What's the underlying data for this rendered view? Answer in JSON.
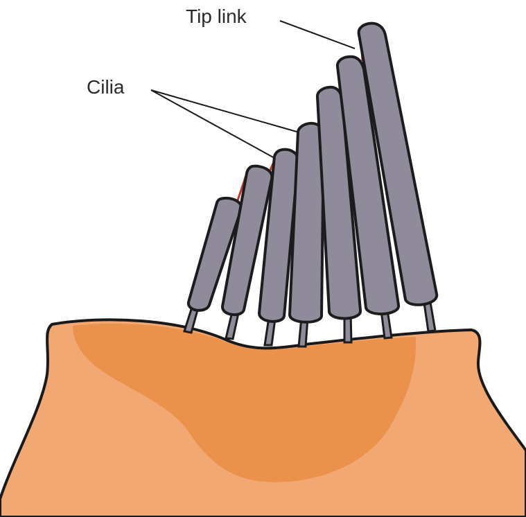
{
  "labels": {
    "tip_link": "Tip link",
    "cilia": "Cilia"
  },
  "colors": {
    "background": "#ffffff",
    "cilium_fill": "#8f8b9b",
    "cilium_stroke": "#1c1c1c",
    "cell_body": "#f2a873",
    "cell_dark_region": "#e98d45",
    "tip_link": "#c0392b",
    "outline": "#1a1a1a"
  },
  "icons": {
    "cell": "hair-cell-body-shape",
    "cilium": "stereocilium-rod-shape",
    "tip_link": "tip-link-filament"
  }
}
